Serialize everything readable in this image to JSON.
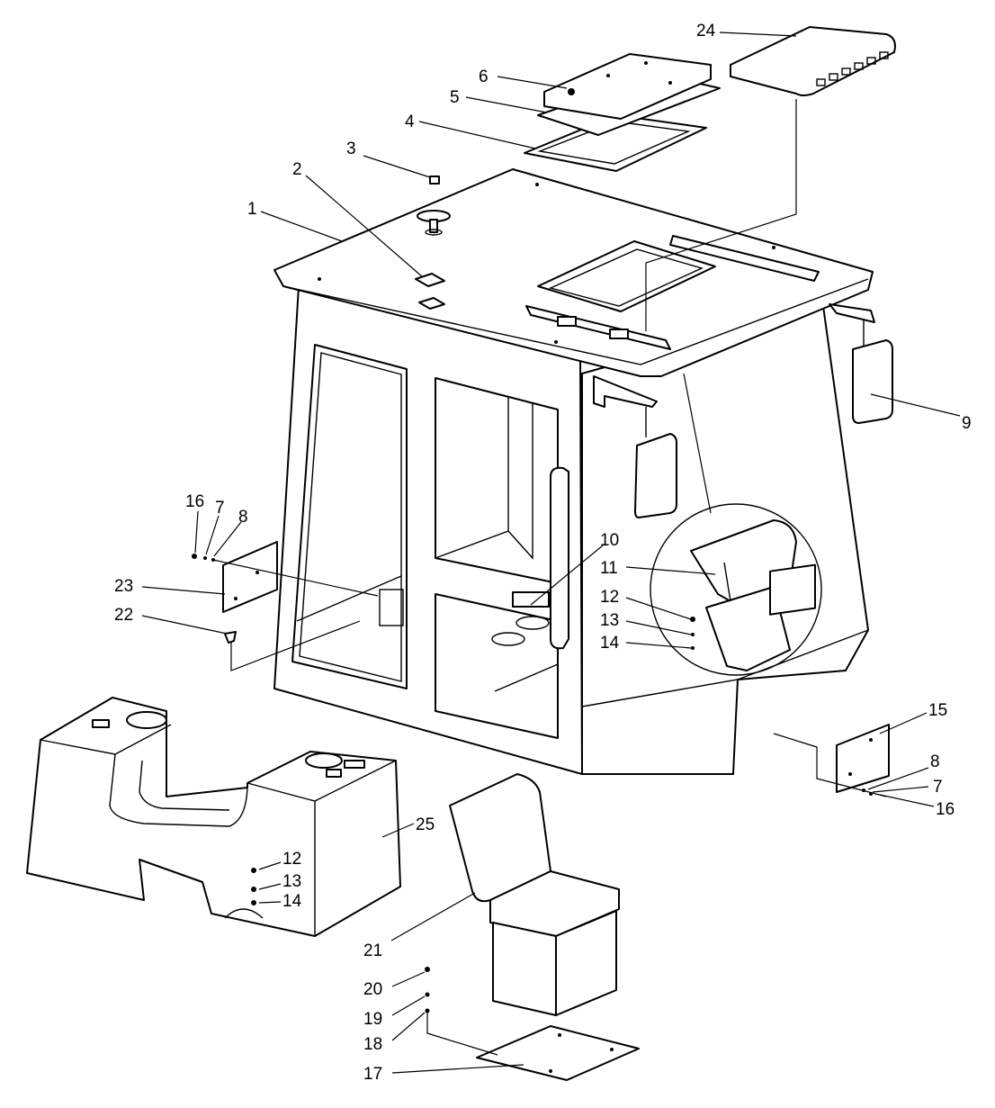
{
  "diagram": {
    "background": "#ffffff",
    "line_color": "#000000",
    "callouts": {
      "c1": "1",
      "c2": "2",
      "c3": "3",
      "c4": "4",
      "c5": "5",
      "c6": "6",
      "c7a": "7",
      "c7b": "7",
      "c8a": "8",
      "c8b": "8",
      "c9": "9",
      "c10": "10",
      "c11": "11",
      "c12a": "12",
      "c12b": "12",
      "c13a": "13",
      "c13b": "13",
      "c14a": "14",
      "c14b": "14",
      "c15": "15",
      "c16a": "16",
      "c16b": "16",
      "c17": "17",
      "c18": "18",
      "c19": "19",
      "c20": "20",
      "c21": "21",
      "c22": "22",
      "c23": "23",
      "c24": "24",
      "c25": "25"
    }
  }
}
